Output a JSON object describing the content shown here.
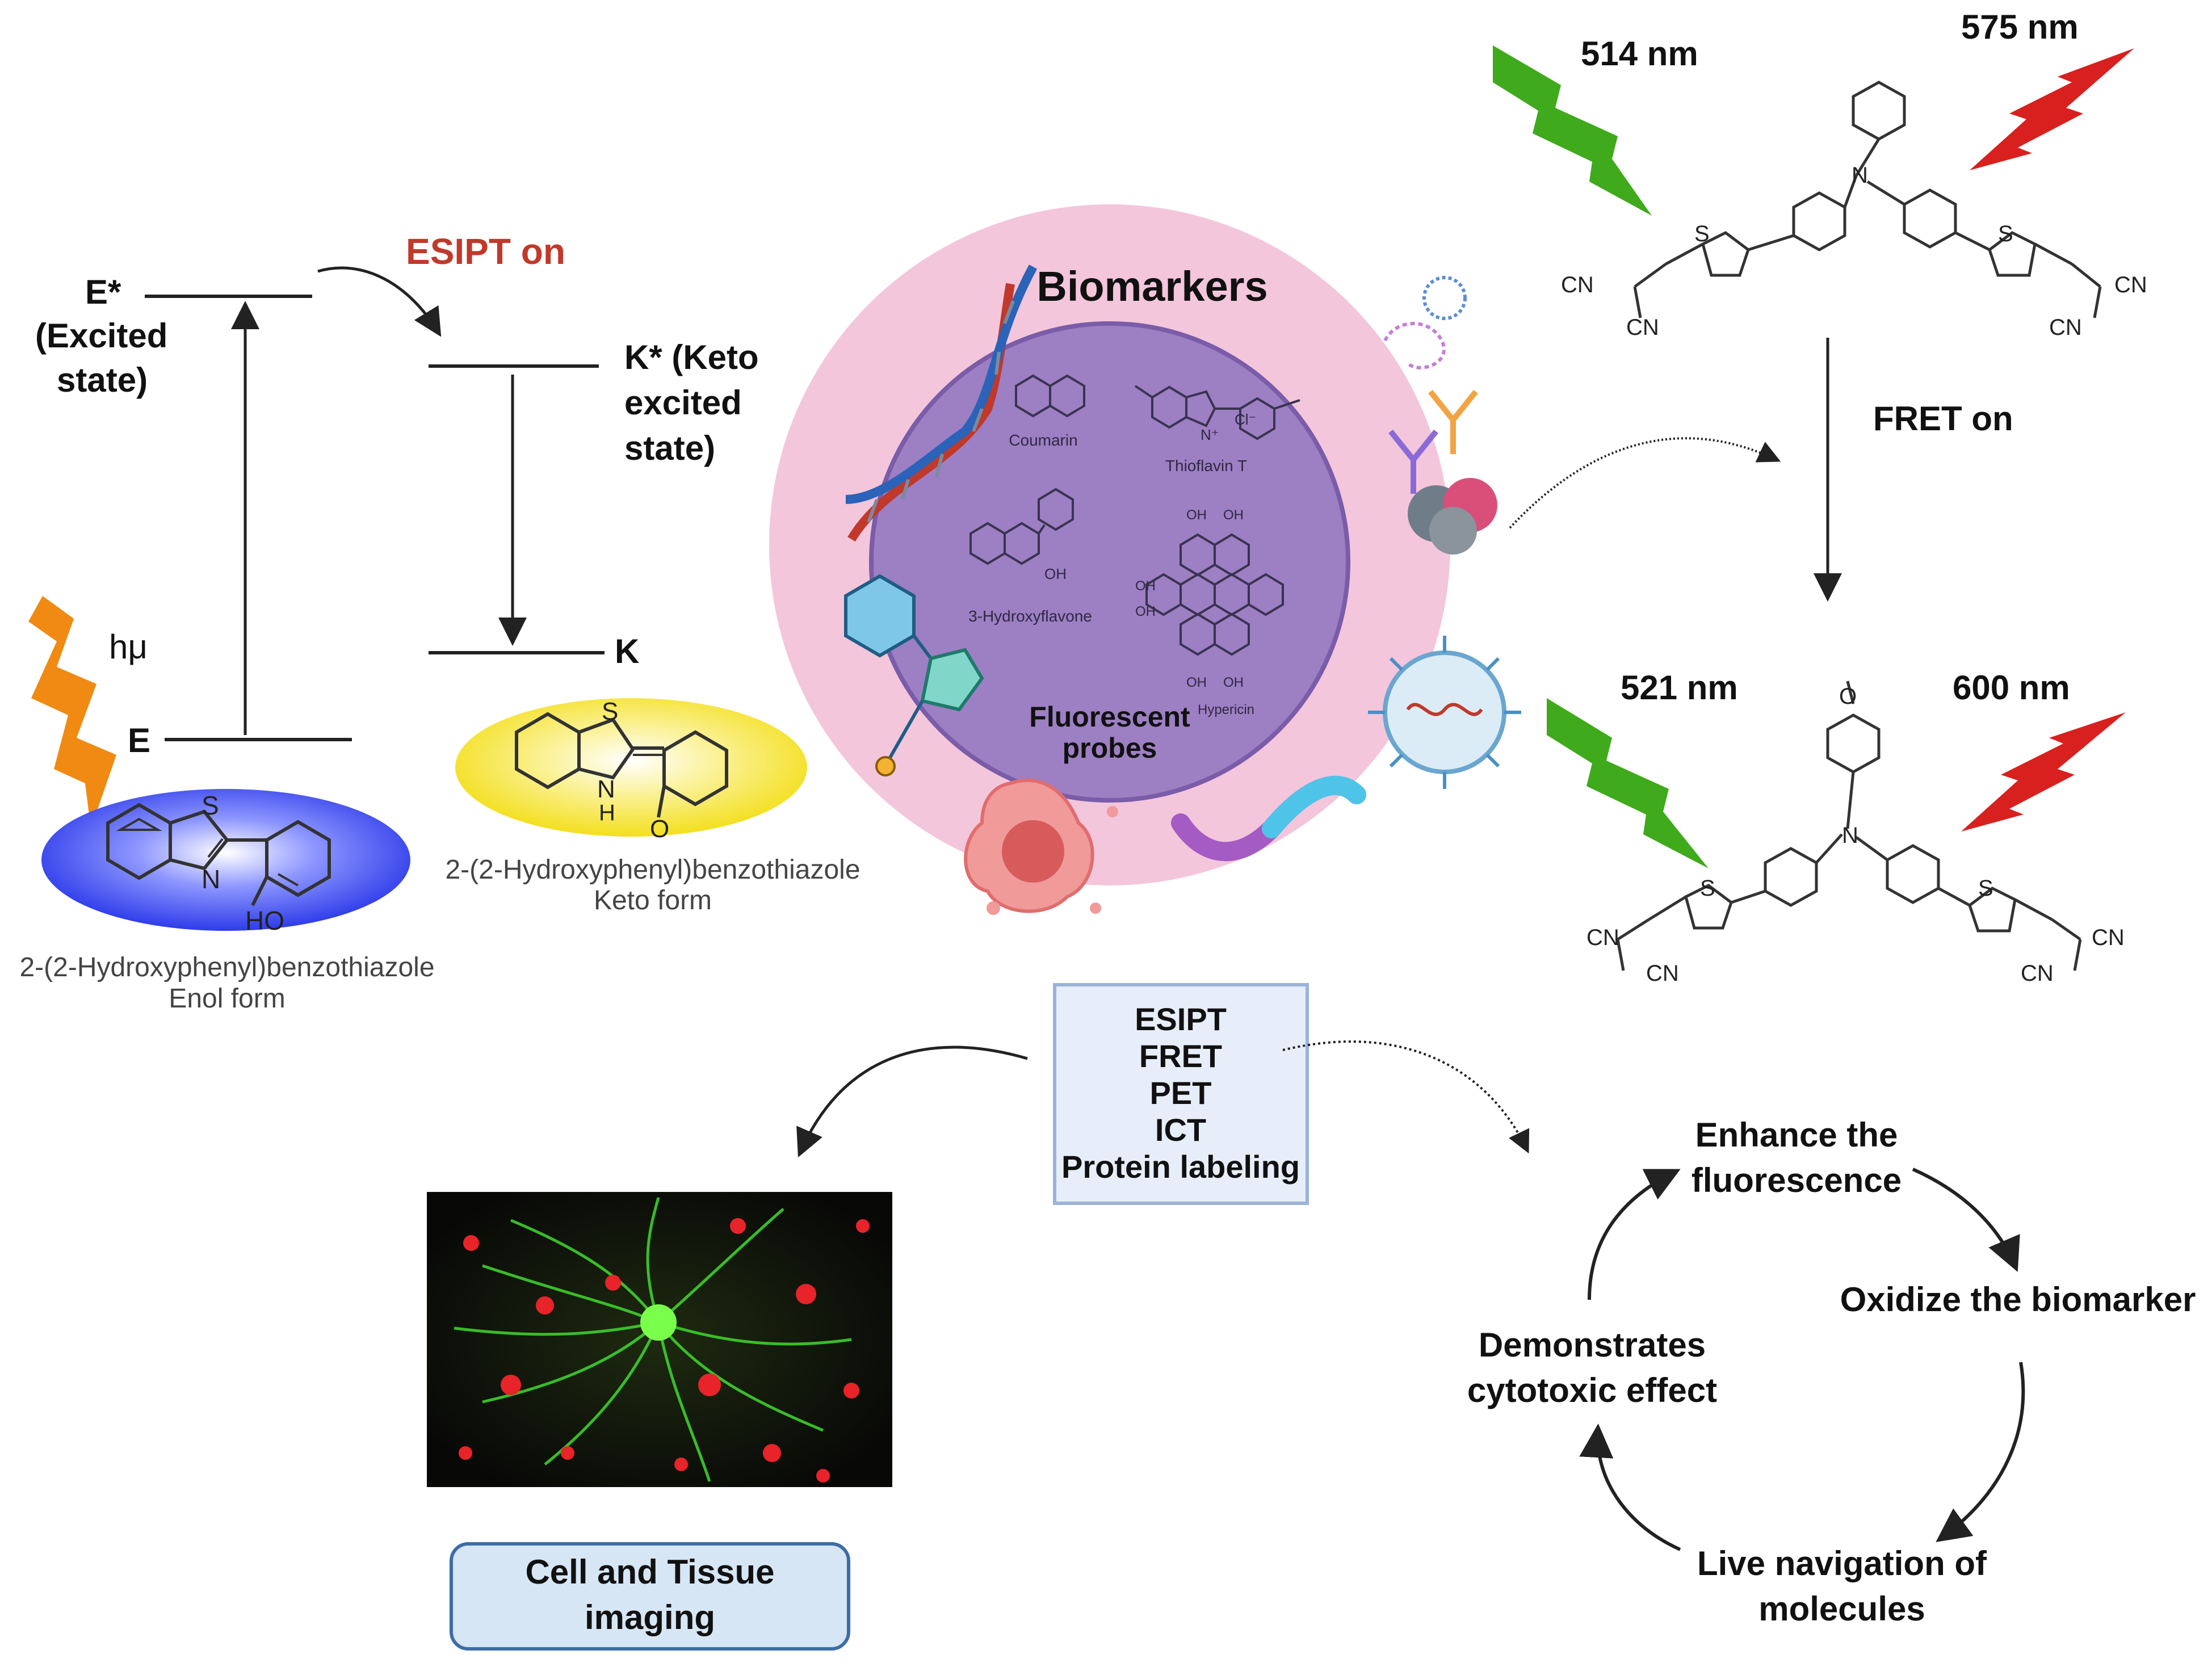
{
  "energy_diagram": {
    "esipt_label": "ESIPT on",
    "excited_state_symbol": "E*",
    "excited_state_line1": "(Excited",
    "excited_state_line2": "state)",
    "keto_excited_line1": "K* (Keto",
    "keto_excited_line2": "excited",
    "keto_excited_line3": "state)",
    "keto_ground": "K",
    "enol_ground": "E",
    "excitation_label": "hμ",
    "enol_caption_line1": "2-(2-Hydroxyphenyl)benzothiazole",
    "enol_caption_line2": "Enol form",
    "keto_caption_line1": "2-(2-Hydroxyphenyl)benzothiazole",
    "keto_caption_line2": "Keto form",
    "atom_S": "S",
    "atom_N": "N",
    "atom_HO": "HO",
    "atom_H": "H",
    "atom_O": "O"
  },
  "biomarkers": {
    "title": "Biomarkers",
    "probes_line1": "Fluorescent",
    "probes_line2": "probes",
    "coumarin": "Coumarin",
    "thioflavin": "Thioflavin T",
    "hydroxyflavone": "3-Hydroxyflavone",
    "hypericin": "Hypericin",
    "atom_OH": "OH",
    "atom_Cl": "Cl⁻",
    "atom_N_plus": "N⁺"
  },
  "fret_panel": {
    "top_excitation": "514 nm",
    "top_emission": "575 nm",
    "fret_label": "FRET on",
    "bottom_excitation": "521 nm",
    "bottom_emission": "600 nm",
    "cn_label": "CN",
    "s_label": "S",
    "n_label": "N",
    "o_label": "O"
  },
  "mechanisms": {
    "items": [
      "ESIPT",
      "FRET",
      "PET",
      "ICT",
      "Protein labeling"
    ]
  },
  "imaging": {
    "label_line1": "Cell and Tissue",
    "label_line2": "imaging"
  },
  "cycle": {
    "step1_line1": "Enhance the",
    "step1_line2": "fluorescence",
    "step2": "Oxidize the biomarker",
    "step3_line1": "Live navigation of",
    "step3_line2": "molecules",
    "step4_line1": "Demonstrates",
    "step4_line2": "cytotoxic effect"
  },
  "colors": {
    "esipt_red": "#c0392b",
    "enol_blue": "#1f2ee6",
    "keto_yellow": "#f5e21a",
    "outer_circle_pink": "#f3c6dc",
    "inner_circle_purple": "#9d7fc4",
    "bolt_green": "#3faa1b",
    "bolt_red": "#d8201e",
    "bolt_orange": "#f08a12",
    "box_blue": "#e7eefa",
    "imaging_box": "#d7e6f4"
  }
}
